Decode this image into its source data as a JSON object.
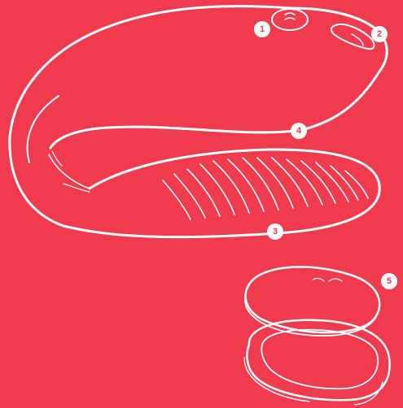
{
  "palette": {
    "background": "#f03a4e",
    "line": "#ffffff"
  },
  "callouts": [
    {
      "id": "1",
      "label": "1",
      "part": "top-button"
    },
    {
      "id": "2",
      "label": "2",
      "part": "rear-button"
    },
    {
      "id": "3",
      "label": "3",
      "part": "lower-arm-grip-ridges"
    },
    {
      "id": "4",
      "label": "4",
      "part": "flexible-body"
    },
    {
      "id": "5",
      "label": "5",
      "part": "remote-control-case"
    }
  ],
  "icons": [
    "device-outline-illustration",
    "remote-case-illustration"
  ]
}
